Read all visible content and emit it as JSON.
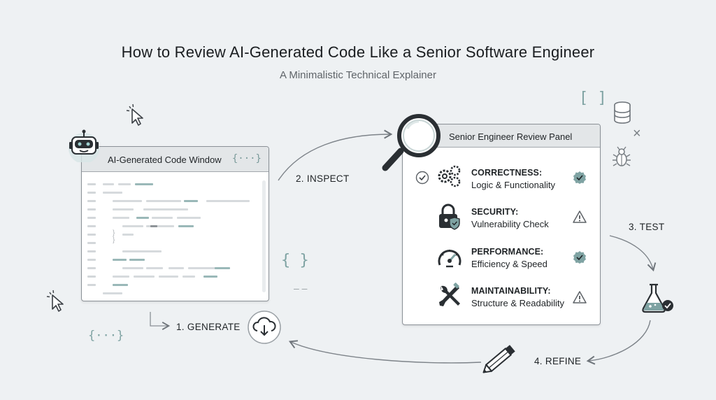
{
  "header": {
    "title": "How to Review AI-Generated Code Like a Senior Software Engineer",
    "subtitle": "A Minimalistic Technical Explainer"
  },
  "code_window": {
    "title": "AI-Generated Code Window",
    "menu_glyph": "{···}",
    "brace_close_1": "}",
    "brace_close_2": "}"
  },
  "review_panel": {
    "title": "Senior Engineer Review Panel",
    "items": [
      {
        "head": "CORRECTNESS:",
        "sub": "Logic & Functionality",
        "status": "check"
      },
      {
        "head": "SECURITY:",
        "sub": "Vulnerability Check",
        "status": "warning"
      },
      {
        "head": "PERFORMANCE:",
        "sub": "Efficiency & Speed",
        "status": "check"
      },
      {
        "head": "MAINTAINABILITY:",
        "sub": "Structure & Readability",
        "status": "warning"
      }
    ]
  },
  "steps": {
    "generate": "1. GENERATE",
    "inspect": "2. INSPECT",
    "test": "3. TEST",
    "refine": "4. REFINE"
  },
  "decorations": {
    "braces_mid": "{ }",
    "braces_dots": "{···}",
    "brackets": "[ ]",
    "dash": "– –",
    "x_mark": "×"
  },
  "colors": {
    "accent": "#7fa3a3",
    "line": "#8a9096",
    "panel_bg": "#ffffff",
    "titlebar_bg": "#e3e6e8",
    "page_bg": "#eef1f3"
  },
  "icons": [
    "robot-icon",
    "cursor-icon",
    "magnifier-icon",
    "gears-icon",
    "lock-shield-icon",
    "gauge-icon",
    "tools-icon",
    "check-badge-icon",
    "warning-icon",
    "cloud-download-icon",
    "flask-icon",
    "pencil-icon",
    "database-icon",
    "bug-icon"
  ]
}
